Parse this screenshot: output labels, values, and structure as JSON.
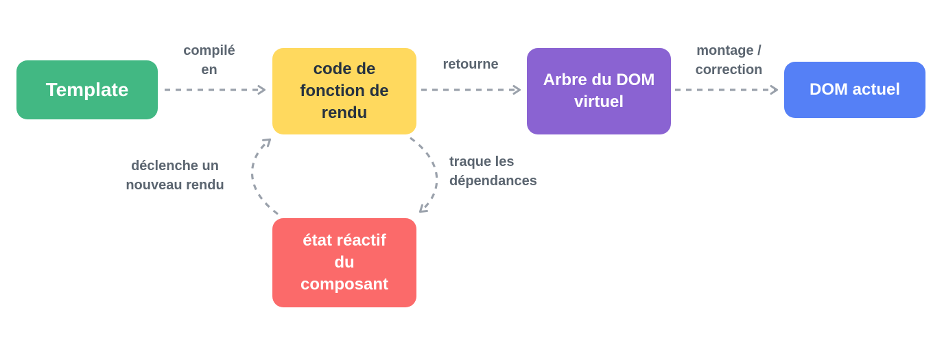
{
  "diagram": {
    "background": "#ffffff",
    "arrow_color": "#9aa1ab",
    "label_color": "#5b6570",
    "nodes": {
      "template": {
        "label": "Template",
        "bg": "#42b883",
        "text_color": "#ffffff"
      },
      "render_fn": {
        "label": "code de\nfonction de\nrendu",
        "bg": "#ffd95e",
        "text_color": "#273240"
      },
      "vdom": {
        "label": "Arbre du DOM\nvirtuel",
        "bg": "#8a63d2",
        "text_color": "#ffffff"
      },
      "dom": {
        "label": "DOM actuel",
        "bg": "#5580f6",
        "text_color": "#ffffff"
      },
      "state": {
        "label": "état réactif\ndu\ncomposant",
        "bg": "#fb6a6a",
        "text_color": "#ffffff"
      }
    },
    "edges": {
      "compile": {
        "label": "compilé\nen"
      },
      "returns": {
        "label": "retourne"
      },
      "mount": {
        "label": "montage /\ncorrection"
      },
      "tracks": {
        "label": "traque les\ndépendances"
      },
      "triggers": {
        "label": "déclenche un\nnouveau rendu"
      }
    }
  }
}
